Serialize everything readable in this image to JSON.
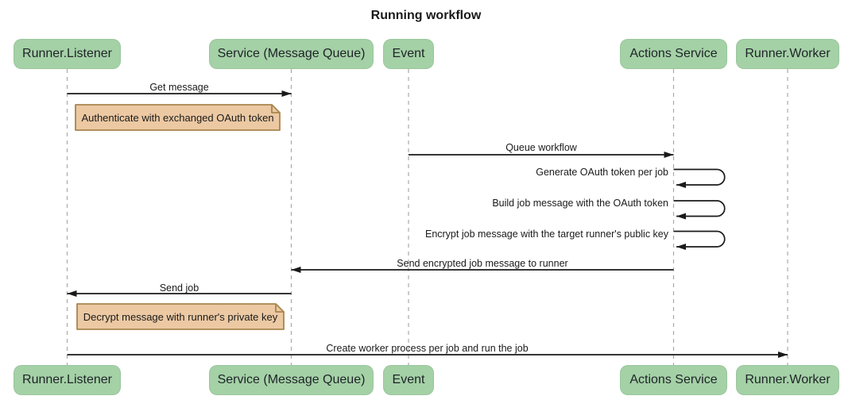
{
  "title": "Running workflow",
  "participants": [
    {
      "id": "runner-listener",
      "label": "Runner.Listener"
    },
    {
      "id": "service-message-queue",
      "label": "Service (Message Queue)"
    },
    {
      "id": "event",
      "label": "Event"
    },
    {
      "id": "actions-service",
      "label": "Actions Service"
    },
    {
      "id": "runner-worker",
      "label": "Runner.Worker"
    }
  ],
  "messages": [
    {
      "label": "Get message",
      "from": "Runner.Listener",
      "to": "Service (Message Queue)",
      "type": "solid-arrow"
    },
    {
      "label": "Queue workflow",
      "from": "Event",
      "to": "Actions Service",
      "type": "solid-arrow"
    },
    {
      "label": "Generate OAuth token per job",
      "from": "Actions Service",
      "to": "Actions Service",
      "type": "self-loop"
    },
    {
      "label": "Build job message with the OAuth token",
      "from": "Actions Service",
      "to": "Actions Service",
      "type": "self-loop"
    },
    {
      "label": "Encrypt job message with the target runner's public key",
      "from": "Actions Service",
      "to": "Actions Service",
      "type": "self-loop"
    },
    {
      "label": "Send encrypted job message to runner",
      "from": "Actions Service",
      "to": "Service (Message Queue)",
      "type": "solid-arrow"
    },
    {
      "label": "Send job",
      "from": "Service (Message Queue)",
      "to": "Runner.Listener",
      "type": "solid-arrow"
    },
    {
      "label": "Create worker process per job and run the job",
      "from": "Runner.Listener",
      "to": "Runner.Worker",
      "type": "solid-arrow"
    }
  ],
  "notes": [
    {
      "text": "Authenticate with exchanged OAuth token",
      "position": "right of Runner.Listener"
    },
    {
      "text": "Decrypt message with runner's private key",
      "position": "right of Runner.Listener"
    }
  ],
  "colors": {
    "actor_fill": "#a4d1a6",
    "actor_text": "#1f2328",
    "note_fill": "#ecc9a3",
    "note_border": "#a8854f",
    "line": "#1a1a1a",
    "lifeline": "#ababab",
    "background": "#ffffff"
  }
}
